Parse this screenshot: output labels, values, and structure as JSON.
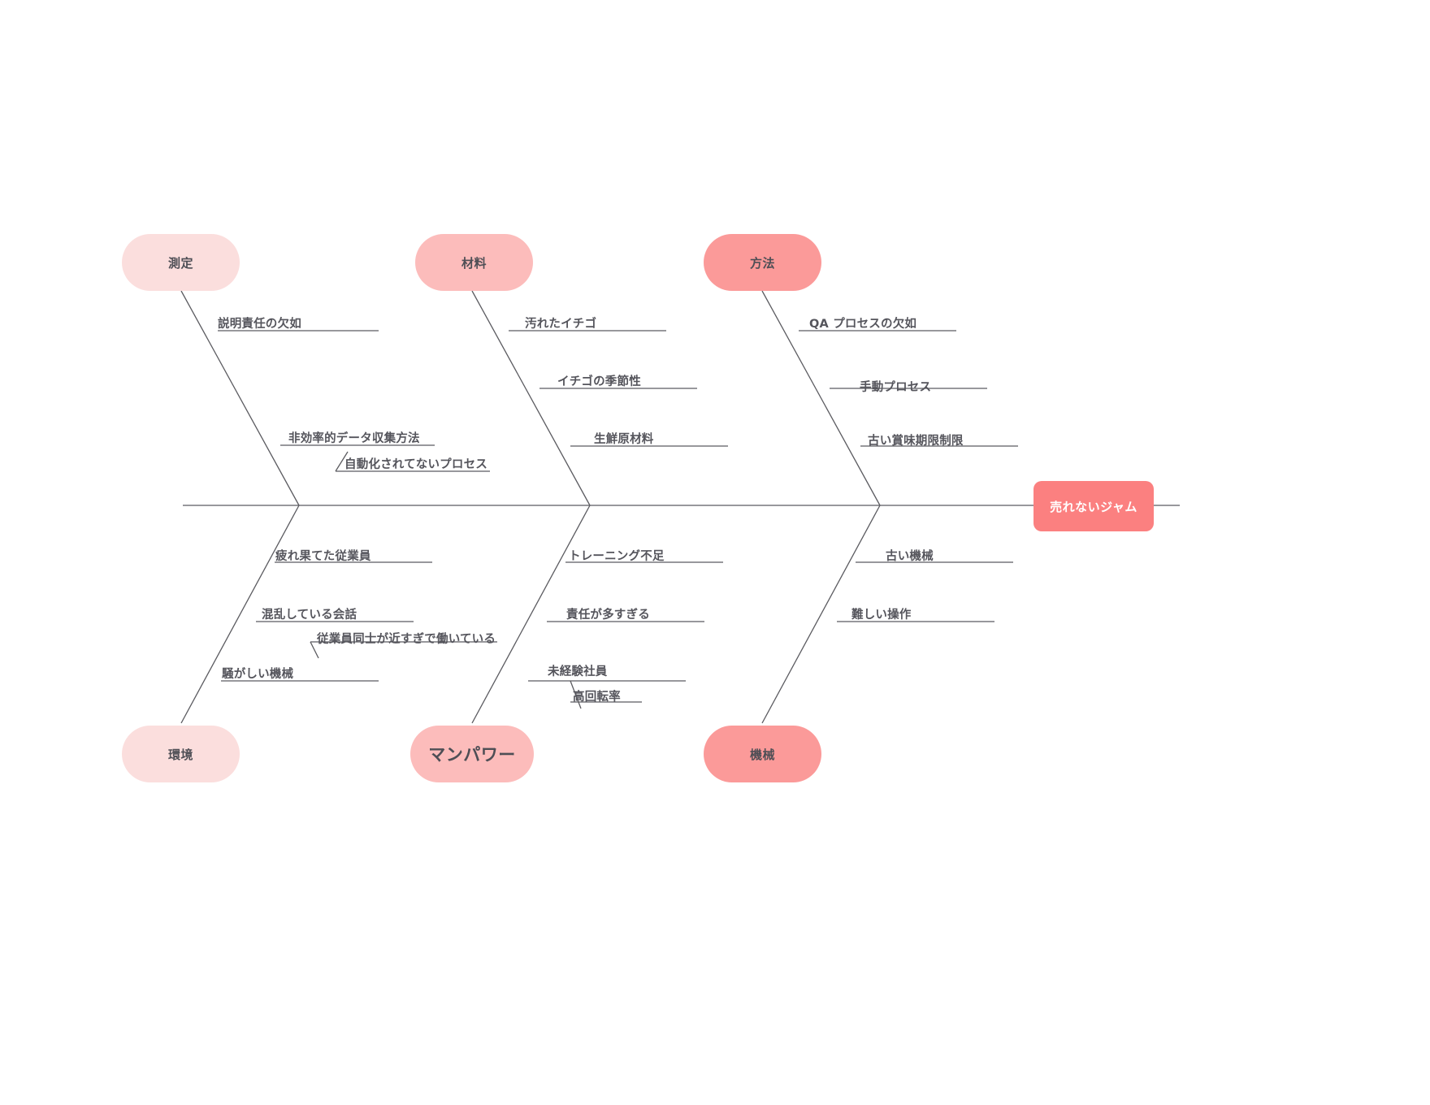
{
  "diagram": {
    "type": "fishbone-ishikawa",
    "effect": {
      "label": "売れないジャム",
      "color": "#fb8080",
      "text_color": "#ffffff"
    },
    "spine_color": "#5b5b60",
    "branch_color": "#5b5b60",
    "categories": [
      {
        "id": "measurement",
        "label": "測定",
        "color": "#fbdedd",
        "position": "top",
        "causes": [
          {
            "label": "説明責任の欠如",
            "subs": []
          },
          {
            "label": "非効率的データ収集方法",
            "subs": [
              "自動化されてないプロセス"
            ]
          }
        ]
      },
      {
        "id": "materials",
        "label": "材料",
        "color": "#fcbcbb",
        "position": "top",
        "causes": [
          {
            "label": "汚れたイチゴ",
            "subs": []
          },
          {
            "label": "イチゴの季節性",
            "subs": []
          },
          {
            "label": "生鮮原材料",
            "subs": []
          }
        ]
      },
      {
        "id": "method",
        "label": "方法",
        "color": "#fb9a99",
        "position": "top",
        "causes": [
          {
            "label": "QA プロセスの欠如",
            "subs": []
          },
          {
            "label": "手動プロセス",
            "subs": []
          },
          {
            "label": "古い賞味期限制限",
            "subs": []
          }
        ]
      },
      {
        "id": "environment",
        "label": "環境",
        "color": "#fbdedd",
        "position": "bottom",
        "causes": [
          {
            "label": "疲れ果てた従業員",
            "subs": []
          },
          {
            "label": "混乱している会話",
            "subs": [
              "従業員同士が近すぎで働いている"
            ]
          },
          {
            "label": "騒がしい機械",
            "subs": []
          }
        ]
      },
      {
        "id": "manpower",
        "label": "マンパワー",
        "color": "#fcbcbb",
        "position": "bottom",
        "causes": [
          {
            "label": "トレーニング不足",
            "subs": []
          },
          {
            "label": "責任が多すぎる",
            "subs": []
          },
          {
            "label": "未経験社員",
            "subs": [
              "高回転率"
            ]
          }
        ]
      },
      {
        "id": "machine",
        "label": "機械",
        "color": "#fb9a99",
        "position": "bottom",
        "causes": [
          {
            "label": "古い機械",
            "subs": []
          },
          {
            "label": "難しい操作",
            "subs": []
          }
        ]
      }
    ]
  },
  "labels": {
    "measurement_box": "測定",
    "materials_box": "材料",
    "method_box": "方法",
    "environment_box": "環境",
    "manpower_box": "マンパワー",
    "machine_box": "機械",
    "effect_box": "売れないジャム",
    "m_c1": "説明責任の欠如",
    "m_c2": "非効率的データ収集方法",
    "m_s2": "自動化されてないプロセス",
    "mt_c1": "汚れたイチゴ",
    "mt_c2": "イチゴの季節性",
    "mt_c3": "生鮮原材料",
    "me_c1": "QA プロセスの欠如",
    "me_c2": "手動プロセス",
    "me_c3": "古い賞味期限制限",
    "en_c1": "疲れ果てた従業員",
    "en_c2": "混乱している会話",
    "en_s2": "従業員同士が近すぎで働いている",
    "en_c3": "騒がしい機械",
    "mp_c1": "トレーニング不足",
    "mp_c2": "責任が多すぎる",
    "mp_c3": "未経験社員",
    "mp_s3": "高回転率",
    "mc_c1": "古い機械",
    "mc_c2": "難しい操作"
  }
}
